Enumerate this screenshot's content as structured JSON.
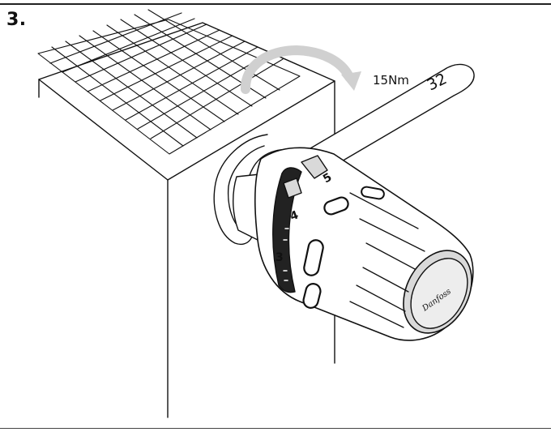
{
  "step": {
    "number": "3."
  },
  "torque": {
    "label": "15Nm"
  },
  "wrench": {
    "size": "32"
  },
  "dial": {
    "n3": "3",
    "n4": "4",
    "n5": "5"
  },
  "logo": {
    "text": "Danfoss"
  },
  "colors": {
    "line": "#111111",
    "background": "#ffffff",
    "shadow": "#d9d9d9"
  }
}
